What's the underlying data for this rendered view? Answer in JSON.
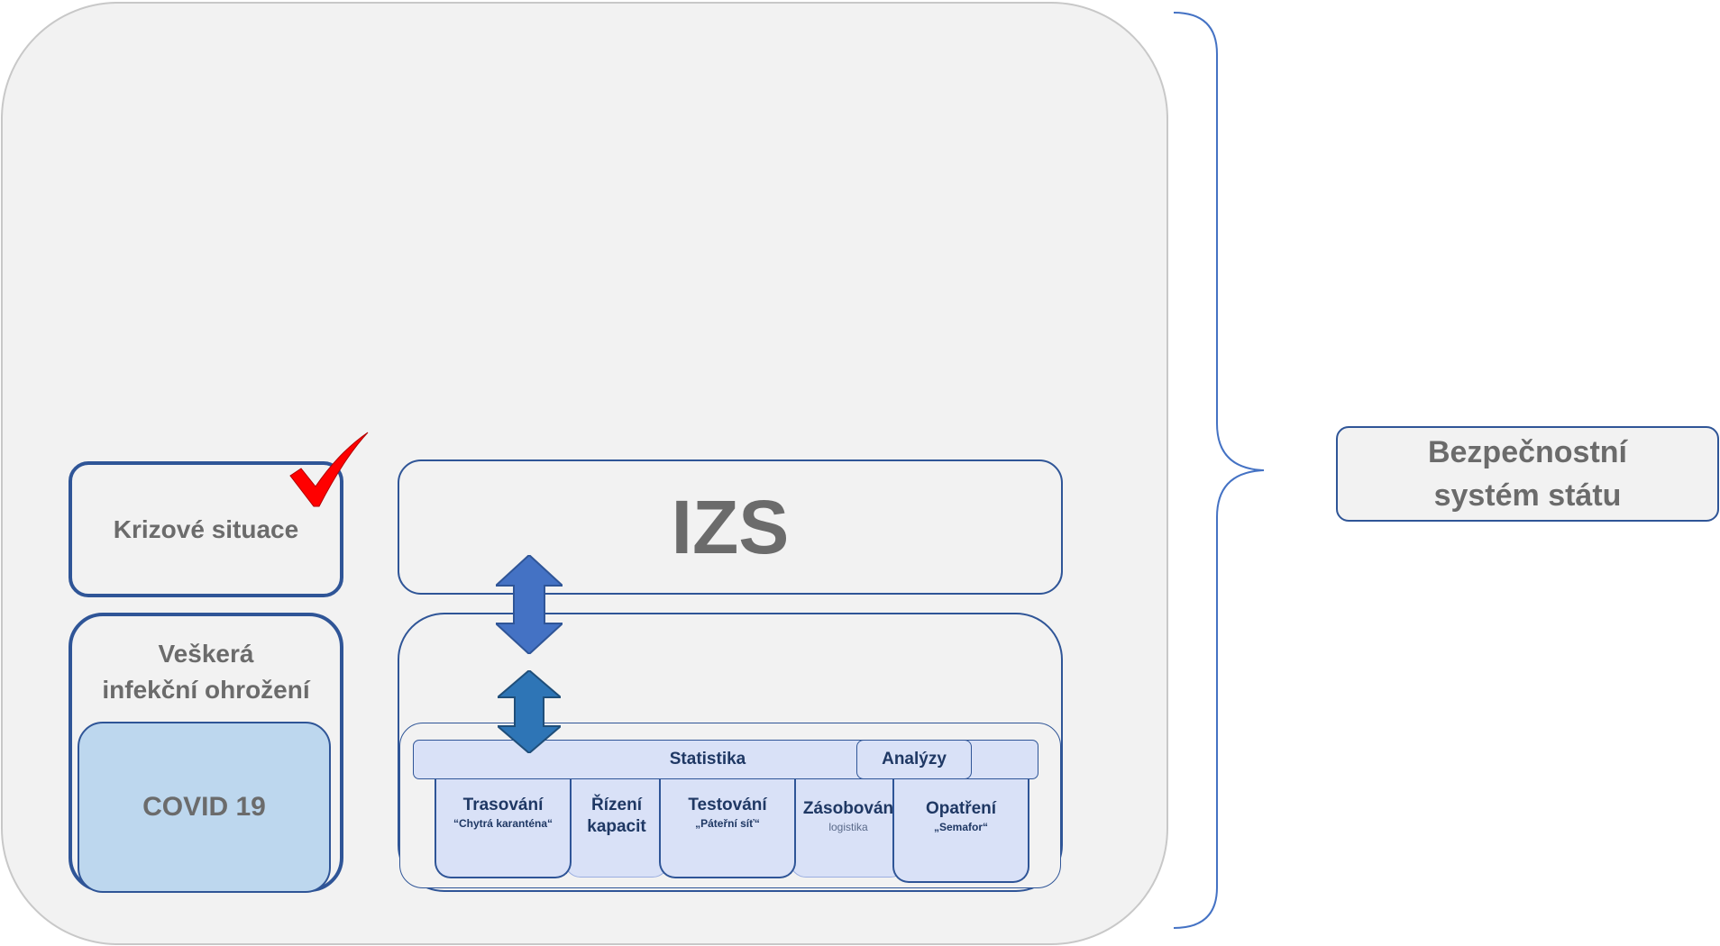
{
  "diagram": {
    "crisis_box": "Krizové situace",
    "infection_box": {
      "line1": "Veškerá",
      "line2": "infekční ohrožení",
      "covid": "COVID 19"
    },
    "izs": "IZS",
    "statistics_bar": "Statistika",
    "analyses": "Analýzy",
    "modules": [
      {
        "title": "Trasování",
        "subtitle": "“Chytrá karanténa“"
      },
      {
        "title1": "Řízení",
        "title2": "kapacit"
      },
      {
        "title": "Testování",
        "subtitle": "„Páteřní síť“"
      },
      {
        "title": "Zásobován",
        "subtitle": "logistika"
      },
      {
        "title": "Opatření",
        "subtitle": "„Semafor“"
      }
    ],
    "security_system": {
      "line1": "Bezpečnostní",
      "line2": "systém státu"
    }
  },
  "colors": {
    "outer_fill": "#f2f2f2",
    "border_blue": "#2f5597",
    "covid_fill": "#bdd7ee",
    "module_fill": "#d9e1f7",
    "arrow_blue": "#4472c4",
    "arrow_blue_2": "#2e75b6",
    "checkmark_red": "#ff0000"
  },
  "icons": {
    "check": "checkmark-icon",
    "arrows": "double-arrow-vertical-icon",
    "brace": "right-curly-brace"
  }
}
